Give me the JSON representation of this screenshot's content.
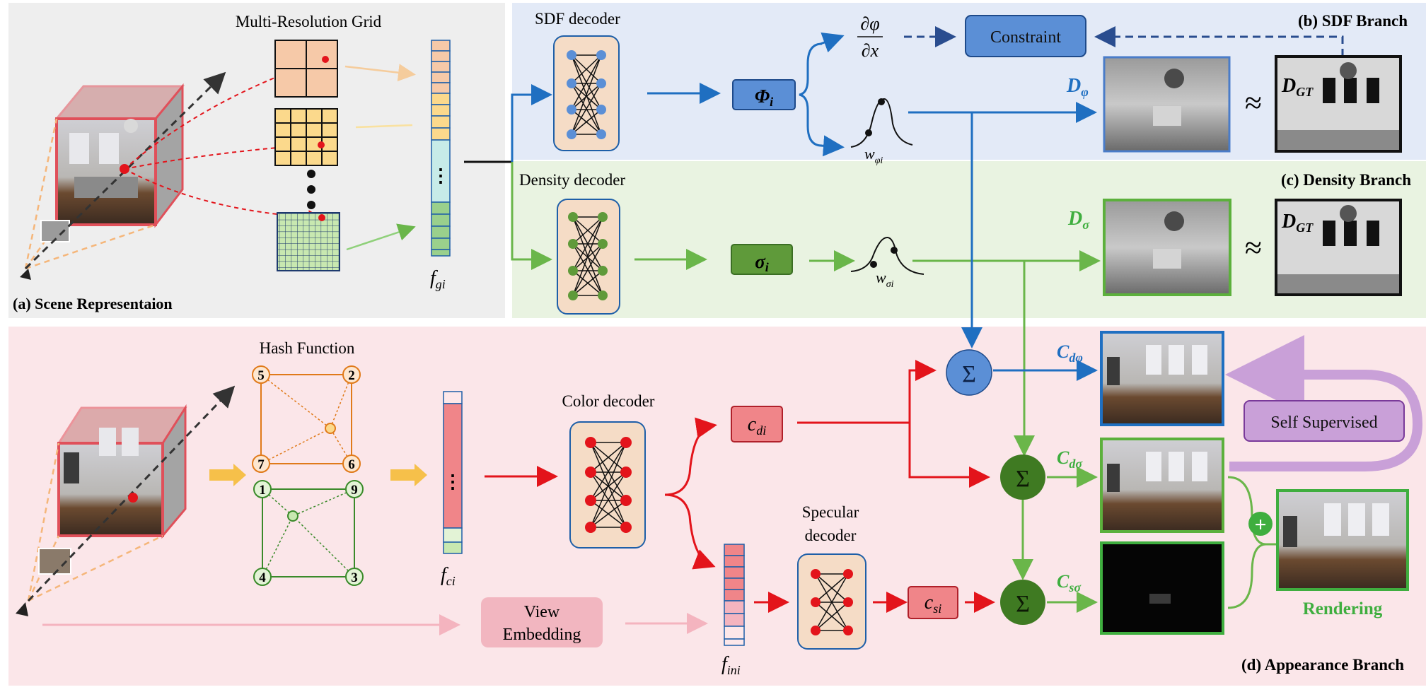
{
  "panels": {
    "scene": "(a) Scene Representaion",
    "sdf": "(b) SDF Branch",
    "density": "(c) Density Branch",
    "appearance": "(d) Appearance Branch"
  },
  "labels": {
    "multi_res_grid": "Multi-Resolution Grid",
    "f_gi": "f",
    "f_gi_sub": "gi",
    "hash_function": "Hash Function",
    "f_ci": "f",
    "f_ci_sub": "ci",
    "f_ini": "f",
    "f_ini_sub": "ini",
    "sdf_decoder": "SDF decoder",
    "density_decoder": "Density decoder",
    "color_decoder": "Color decoder",
    "specular_decoder_1": "Specular",
    "specular_decoder_2": "decoder",
    "view_embedding_1": "View",
    "view_embedding_2": "Embedding",
    "constraint": "Constraint",
    "self_supervised": "Self Supervised",
    "rendering": "Rendering",
    "phi_i": "Φ",
    "phi_i_sub": "i",
    "sigma_i": "σ",
    "sigma_i_sub": "i",
    "c_di": "c",
    "c_di_sub": "di",
    "c_si": "c",
    "c_si_sub": "si",
    "grad_num": "∂φ",
    "grad_den": "∂x",
    "w_phi": "w",
    "w_phi_sub": "φi",
    "w_sigma": "w",
    "w_sigma_sub": "σi",
    "D_phi": "D",
    "D_phi_sub": "φ",
    "D_sigma": "D",
    "D_sigma_sub": "σ",
    "D_gt": "D",
    "D_gt_sub": "GT",
    "approx": "≈",
    "sum": "Σ",
    "C_dphi": "C",
    "C_dphi_sub": "dφ",
    "C_dsigma": "C",
    "C_dsigma_sub": "dσ",
    "C_ssigma": "C",
    "C_ssigma_sub": "sσ",
    "plus": "+",
    "dots": "⋮"
  },
  "hash_nodes": {
    "orange": [
      "5",
      "2",
      "7",
      "6"
    ],
    "green": [
      "1",
      "9",
      "4",
      "3"
    ]
  },
  "colors": {
    "blue": "#1f6fc1",
    "green": "#6ab64a",
    "red": "#e3141b",
    "purple": "#c9a0d8",
    "orange": "#f0a040",
    "sdf_bg": "#e3eaf7",
    "density_bg": "#e9f3e1",
    "appearance_bg": "#fbe6e9",
    "scene_bg": "#eeeeee"
  }
}
